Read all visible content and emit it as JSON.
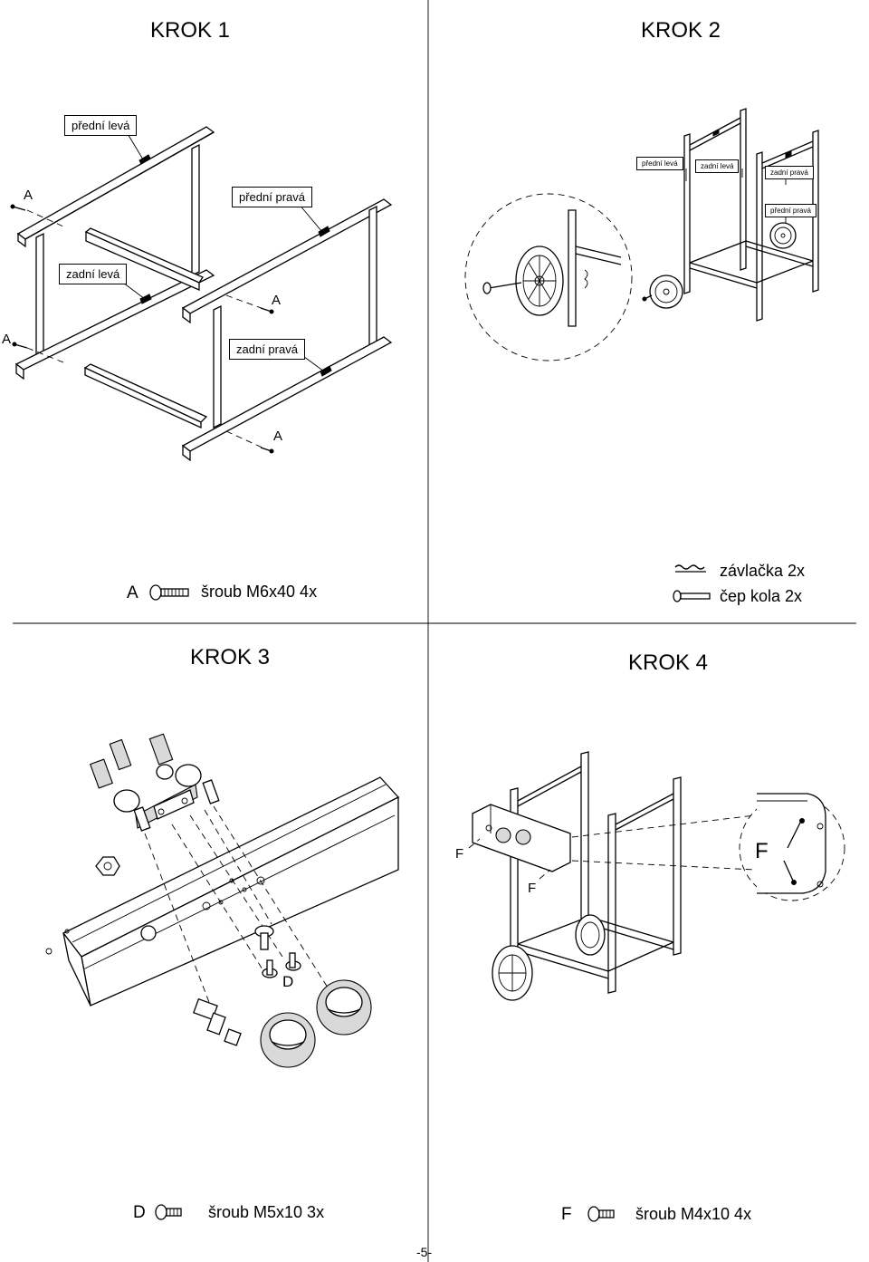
{
  "steps": {
    "step1": "KROK 1",
    "step2": "KROK 2",
    "step3": "KROK 3",
    "step4": "KROK 4"
  },
  "step1_labels": {
    "front_left": "přední levá",
    "front_right": "přední pravá",
    "rear_left": "zadní levá",
    "rear_right": "zadní pravá",
    "screw_letter": "A"
  },
  "step2_labels": {
    "front_left": "přední levá",
    "rear_left": "zadní levá",
    "rear_right": "zadní pravá",
    "front_right": "přední pravá"
  },
  "step3_labels": {
    "screw_letter": "D"
  },
  "step4_labels": {
    "screw_letter": "F"
  },
  "parts": {
    "a": {
      "letter": "A",
      "text": "šroub M6x40  4x"
    },
    "pin": {
      "text": "závlačka  2x"
    },
    "axle": {
      "text": "čep kola  2x"
    },
    "d": {
      "letter": "D",
      "text": "šroub M5x10  3x"
    },
    "f": {
      "letter": "F",
      "text": "šroub M4x10  4x"
    }
  },
  "page_number": "-5-"
}
